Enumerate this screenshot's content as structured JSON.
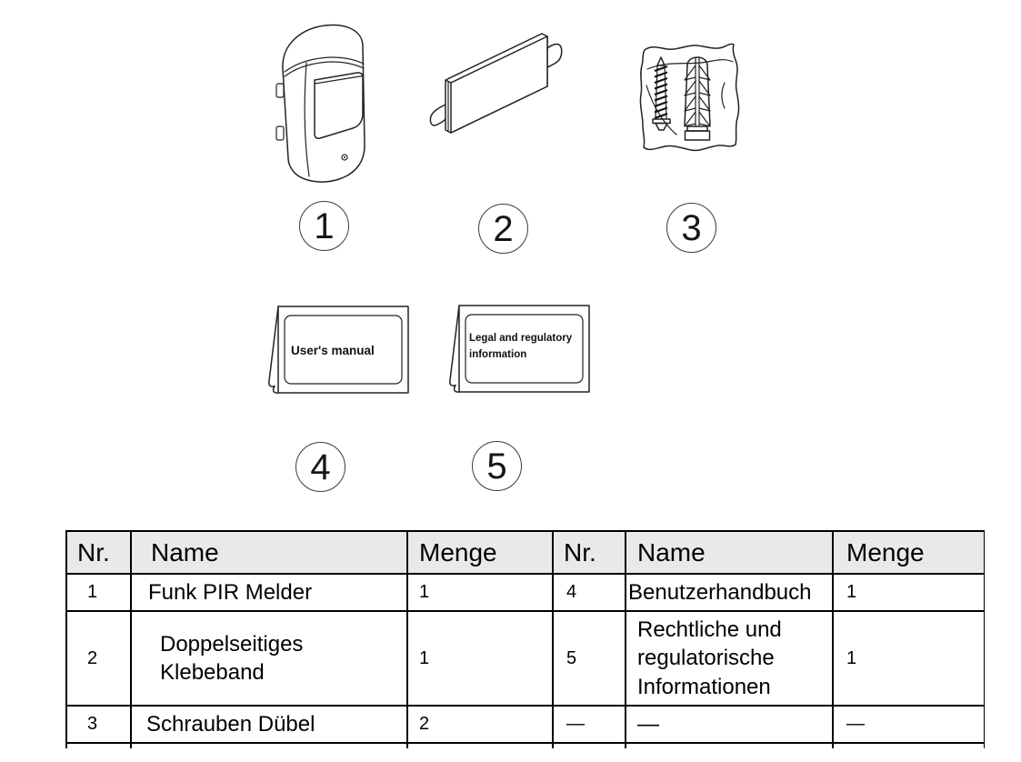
{
  "page": {
    "background": "#ffffff"
  },
  "figures": [
    {
      "number": "1",
      "icon": "pir-motion-detector-illustration"
    },
    {
      "number": "2",
      "icon": "double-sided-tape-illustration"
    },
    {
      "number": "3",
      "icon": "screw-and-anchor-bag-illustration"
    },
    {
      "number": "4",
      "icon": "users-manual-booklet-illustration",
      "label_lines": [
        "User's manual"
      ]
    },
    {
      "number": "5",
      "icon": "legal-information-booklet-illustration",
      "label_lines": [
        "Legal and regulatory",
        "information"
      ]
    }
  ],
  "table": {
    "headers": [
      "Nr.",
      "Name",
      "Menge",
      "Nr.",
      "Name",
      "Menge"
    ],
    "rows": [
      [
        "1",
        "Funk PIR Melder",
        "1",
        "4",
        "Benutzerhandbuch",
        "1"
      ],
      [
        "2",
        "Doppelseitiges Klebeband",
        "1",
        "5",
        "Rechtliche und regulatorische Informationen",
        "1"
      ],
      [
        "3",
        "Schrauben Dübel",
        "2",
        "—",
        "—",
        "—"
      ]
    ]
  },
  "colors": {
    "header_bg": "#e9e9e7",
    "table_border": "#000000",
    "line_art": "#222222",
    "text": "#000000"
  }
}
